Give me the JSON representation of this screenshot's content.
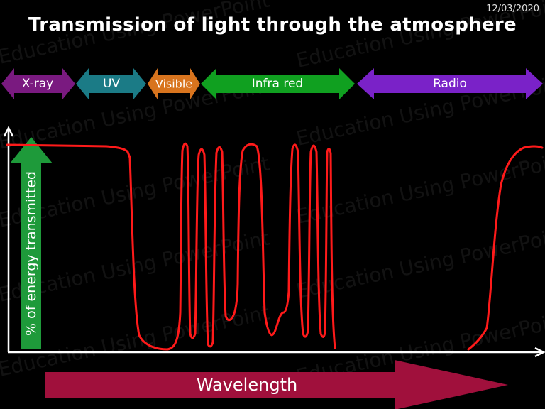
{
  "date": "12/03/2020",
  "title": "Transmission of light through the atmosphere",
  "watermark": "Education Using PowerPoint",
  "bands": [
    {
      "label": "X-ray",
      "color": "#7a1a80"
    },
    {
      "label": "UV",
      "color": "#1b7b86"
    },
    {
      "label": "Visible",
      "color": "#d8741e"
    },
    {
      "label": "Infra red",
      "color": "#10a020"
    },
    {
      "label": "Radio",
      "color": "#7a22c8"
    }
  ],
  "y_axis_label": "% of energy transmitted",
  "x_axis_label": "Wavelength",
  "colors": {
    "curve": "#ff1a1a",
    "y_arrow": "#1e9a3a",
    "x_arrow": "#a0103c",
    "axes": "#ffffff"
  }
}
